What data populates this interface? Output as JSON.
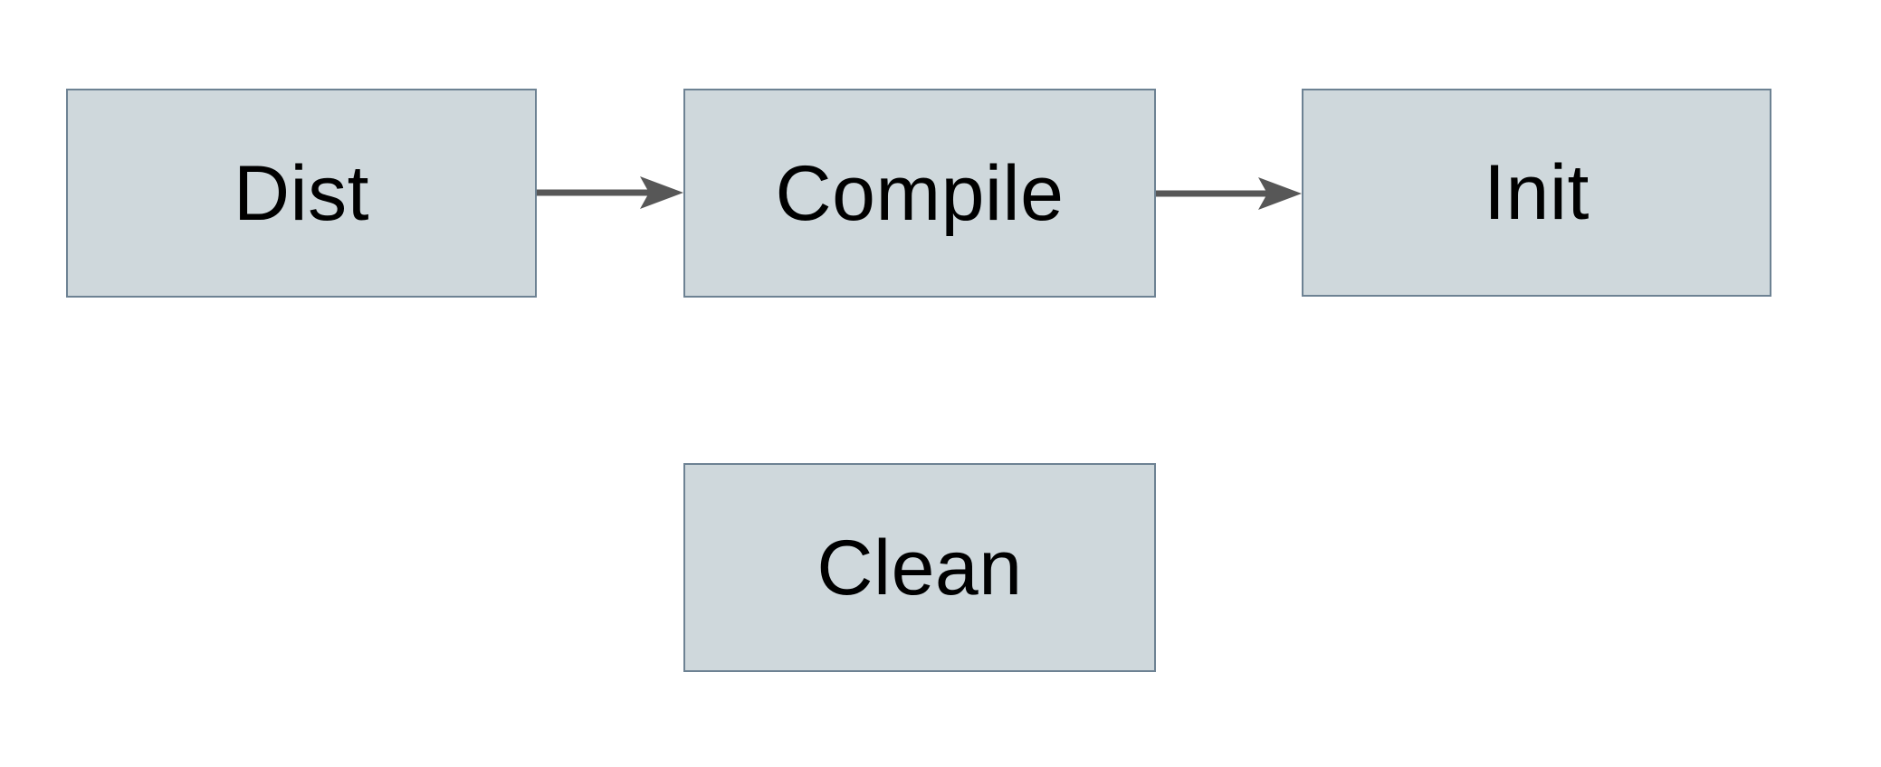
{
  "diagram": {
    "colors": {
      "background": "#ffffff",
      "node_fill": "#cfd8dc",
      "node_border": "#6d8293",
      "arrow_color": "#575757",
      "text_color": "#000000"
    },
    "nodes": [
      {
        "id": "dist",
        "label": "Dist"
      },
      {
        "id": "compile",
        "label": "Compile"
      },
      {
        "id": "init",
        "label": "Init"
      },
      {
        "id": "clean",
        "label": "Clean"
      }
    ],
    "edges": [
      {
        "from": "Dist",
        "to": "Compile",
        "style": "solid",
        "arrowhead": "right"
      },
      {
        "from": "Compile",
        "to": "Init",
        "style": "solid",
        "arrowhead": "right"
      }
    ]
  }
}
